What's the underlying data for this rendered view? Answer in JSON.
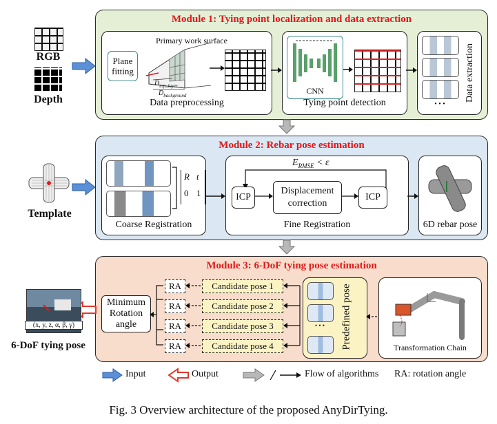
{
  "inputs": {
    "rgb": "RGB",
    "depth": "Depth",
    "template": "Template"
  },
  "output": {
    "label": "6-DoF tying pose",
    "pose_tuple": "(x, y, z, α, β, γ)"
  },
  "module1": {
    "title": "Module 1: Tying point localization and data extraction",
    "plane_fitting": "Plane fitting",
    "primary_surface": "Primary work surface",
    "d_top": "D",
    "d_top_sub": "top_layer",
    "d_bg": "D",
    "d_bg_sub": "background",
    "data_preprocessing": "Data preprocessing",
    "cnn": "CNN",
    "tying_point_detection": "Tying point detection",
    "data_extraction": "Data extraction",
    "ellipsis": "• • •"
  },
  "module2": {
    "title": "Module 2: Rebar pose estimation",
    "coarse": "Coarse Registration",
    "matrix": [
      "R",
      "t",
      "0",
      "1"
    ],
    "fine": "Fine Registration",
    "condition_main": "E",
    "condition_sub": "RMSE",
    "condition_rest": " < ε",
    "icp1": "ICP",
    "displacement": "Displacement correction",
    "icp2": "ICP",
    "rebar_pose": "6D rebar pose"
  },
  "module3": {
    "title": "Module 3: 6-DoF tying pose estimation",
    "min_rotation": "Minimum Rotation angle",
    "ra": [
      "RA",
      "RA",
      "RA",
      "RA"
    ],
    "candidates": [
      "Candidate pose 1",
      "Candidate pose 2",
      "Candidate pose 3",
      "Candidate pose 4"
    ],
    "predefined": "Predefined pose",
    "ellipsis": "• • •",
    "transformation_chain": "Transformation Chain"
  },
  "legend": {
    "input": "Input",
    "output": "Output",
    "flow": "Flow of algorithms",
    "ra_note": "RA: rotation angle"
  },
  "caption": "Fig. 3  Overview architecture of the proposed AnyDirTying.",
  "colors": {
    "module1_bg": "#e4efd6",
    "module2_bg": "#dbe7f3",
    "module3_bg": "#f8ddcc",
    "title_red": "#e0191b",
    "input_arrow": "#5b8fd6",
    "output_arrow": "#e03a2a",
    "candidate_fill": "#fbf3c4",
    "cnn_green": "#5aa06b"
  }
}
